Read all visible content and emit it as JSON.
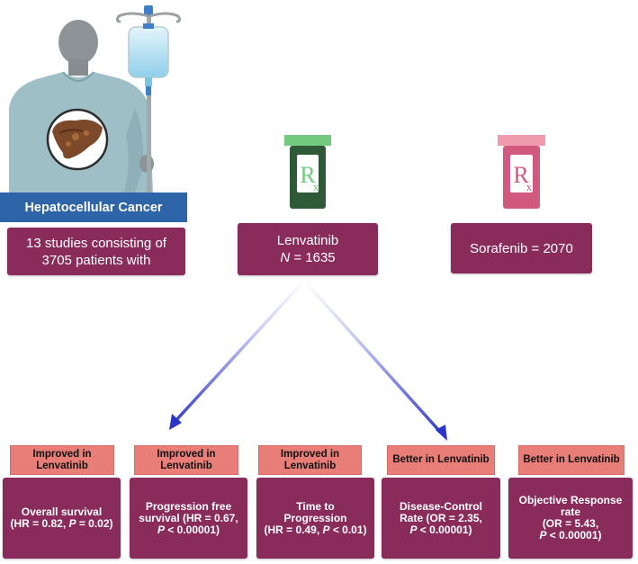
{
  "header": {
    "banner": "Hepatocellular Cancer"
  },
  "studies_box": {
    "line1": "13 studies consisting of",
    "line2": "3705 patients with"
  },
  "lenvatinib_box": {
    "name": "Lenvatinib",
    "n_label": "N",
    "n_value": " = 1635"
  },
  "sorafenib_box": {
    "label": "Sorafenib = 2070"
  },
  "icons": {
    "patient": "patient-with-iv-drip-icon",
    "liver": "liver-icon",
    "lenvatinib_bottle": "rx-bottle-icon",
    "sorafenib_bottle": "rx-bottle-icon"
  },
  "colors": {
    "box_purple": "#892c5c",
    "badge_pink": "#e97d77",
    "banner_blue": "#2e64a8",
    "arrow_blue": "#2b33c9",
    "lenvatinib_bottle": "#2f5a37",
    "sorafenib_bottle": "#d1587e"
  },
  "outcomes": [
    {
      "badge_line1": "Improved in",
      "badge_line2": "Lenvatinib",
      "line1": "Overall survival",
      "line2a": "(HR = 0.82, ",
      "line2p": "P",
      "line2b": " = 0.02)",
      "line3a": "",
      "line3p": "",
      "line3b": ""
    },
    {
      "badge_line1": "Improved in",
      "badge_line2": "Lenvatinib",
      "line1": "Progression free",
      "line2a": "survival  (HR = 0.67,",
      "line2p": "",
      "line2b": "",
      "line3a": "",
      "line3p": "P",
      "line3b": " < 0.00001)"
    },
    {
      "badge_line1": "Improved in",
      "badge_line2": "Lenvatinib",
      "line1": "Time to",
      "line2a": "Progression",
      "line2p": "",
      "line2b": "",
      "line3a": "(HR = 0.49, ",
      "line3p": "P",
      "line3b": " < 0.01)"
    },
    {
      "badge_line1": "Better in Lenvatinib",
      "badge_line2": "",
      "line1": "Disease-Control",
      "line2a": "Rate (OR = 2.35,",
      "line2p": "",
      "line2b": "",
      "line3a": "",
      "line3p": "P",
      "line3b": " < 0.00001)"
    },
    {
      "badge_line1": "Better in Lenvatinib",
      "badge_line2": "",
      "line1": "Objective Response",
      "line2a": "rate",
      "line2p": "",
      "line2b": "",
      "line3a": "(OR = 5.43,",
      "line3p": "",
      "line3b": "",
      "line4p": "P",
      "line4b": " < 0.00001)"
    }
  ]
}
